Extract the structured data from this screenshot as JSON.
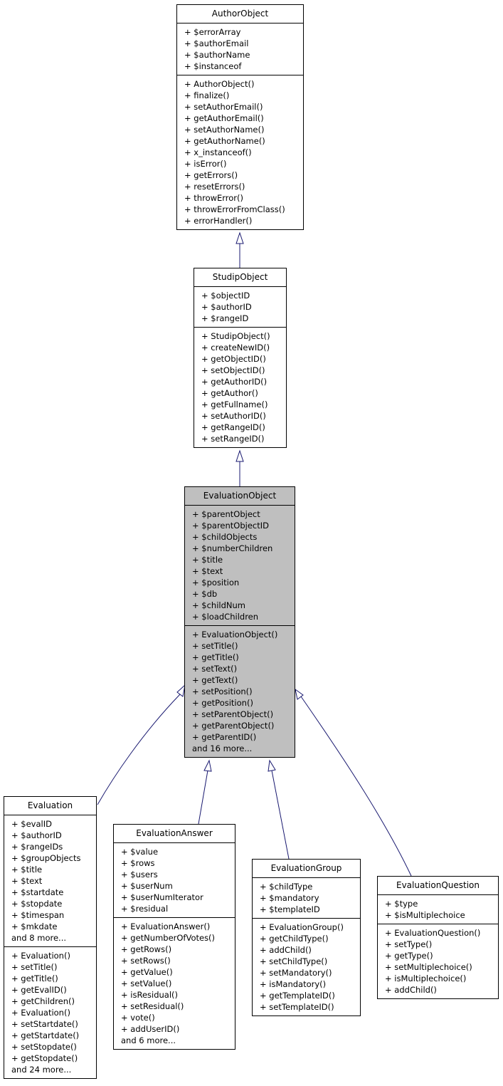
{
  "classes": {
    "author": {
      "name": "AuthorObject",
      "attributes": [
        "+ $errorArray",
        "+ $authorEmail",
        "+ $authorName",
        "+ $instanceof"
      ],
      "methods": [
        "+ AuthorObject()",
        "+ finalize()",
        "+ setAuthorEmail()",
        "+ getAuthorEmail()",
        "+ setAuthorName()",
        "+ getAuthorName()",
        "+ x_instanceof()",
        "+ isError()",
        "+ getErrors()",
        "+ resetErrors()",
        "+ throwError()",
        "+ throwErrorFromClass()",
        "+ errorHandler()"
      ]
    },
    "studip": {
      "name": "StudipObject",
      "attributes": [
        "+ $objectID",
        "+ $authorID",
        "+ $rangeID"
      ],
      "methods": [
        "+ StudipObject()",
        "+ createNewID()",
        "+ getObjectID()",
        "+ setObjectID()",
        "+ getAuthorID()",
        "+ getAuthor()",
        "+ getFullname()",
        "+ setAuthorID()",
        "+ getRangeID()",
        "+ setRangeID()"
      ]
    },
    "evalobj": {
      "name": "EvaluationObject",
      "attributes": [
        "+ $parentObject",
        "+ $parentObjectID",
        "+ $childObjects",
        "+ $numberChildren",
        "+ $title",
        "+ $text",
        "+ $position",
        "+ $db",
        "+ $childNum",
        "+ $loadChildren"
      ],
      "methods": [
        "+ EvaluationObject()",
        "+ setTitle()",
        "+ getTitle()",
        "+ setText()",
        "+ getText()",
        "+ setPosition()",
        "+ getPosition()",
        "+ setParentObject()",
        "+ getParentObject()",
        "+ getParentID()",
        "and 16 more..."
      ]
    },
    "evaluation": {
      "name": "Evaluation",
      "attributes": [
        "+ $evalID",
        "+ $authorID",
        "+ $rangeIDs",
        "+ $groupObjects",
        "+ $title",
        "+ $text",
        "+ $startdate",
        "+ $stopdate",
        "+ $timespan",
        "+ $mkdate",
        "and 8 more..."
      ],
      "methods": [
        "+ Evaluation()",
        "+ setTitle()",
        "+ getTitle()",
        "+ getEvalID()",
        "+ getChildren()",
        "+ Evaluation()",
        "+ setStartdate()",
        "+ getStartdate()",
        "+ setStopdate()",
        "+ getStopdate()",
        "and 24 more..."
      ]
    },
    "answer": {
      "name": "EvaluationAnswer",
      "attributes": [
        "+ $value",
        "+ $rows",
        "+ $users",
        "+ $userNum",
        "+ $userNumIterator",
        "+ $residual"
      ],
      "methods": [
        "+ EvaluationAnswer()",
        "+ getNumberOfVotes()",
        "+ getRows()",
        "+ setRows()",
        "+ getValue()",
        "+ setValue()",
        "+ isResidual()",
        "+ setResidual()",
        "+ vote()",
        "+ addUserID()",
        "and 6 more..."
      ]
    },
    "group": {
      "name": "EvaluationGroup",
      "attributes": [
        "+ $childType",
        "+ $mandatory",
        "+ $templateID"
      ],
      "methods": [
        "+ EvaluationGroup()",
        "+ getChildType()",
        "+ addChild()",
        "+ setChildType()",
        "+ setMandatory()",
        "+ isMandatory()",
        "+ getTemplateID()",
        "+ setTemplateID()"
      ]
    },
    "question": {
      "name": "EvaluationQuestion",
      "attributes": [
        "+ $type",
        "+ $isMultiplechoice"
      ],
      "methods": [
        "+ EvaluationQuestion()",
        "+ setType()",
        "+ getType()",
        "+ setMultiplechoice()",
        "+ isMultiplechoice()",
        "+ addChild()"
      ]
    }
  },
  "colors": {
    "edge": "#191970",
    "focus_fill": "#bfbfbf",
    "border": "#000000"
  }
}
